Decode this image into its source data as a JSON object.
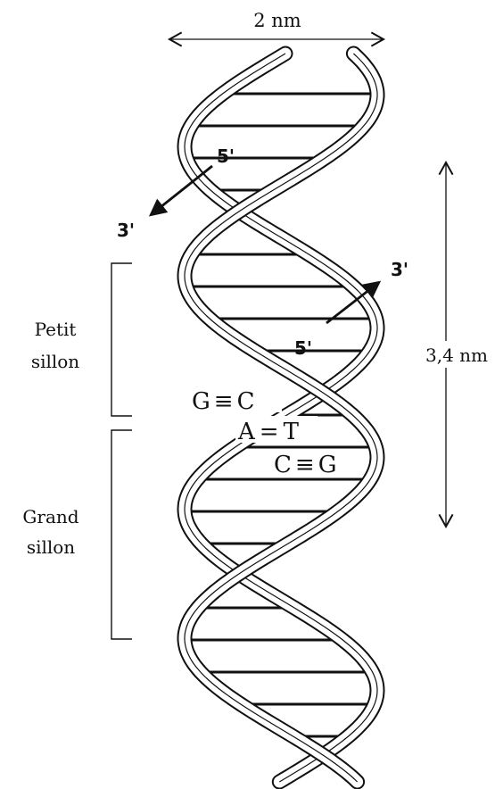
{
  "diagram": {
    "width_label": "2 nm",
    "pitch_label": "3,4 nm",
    "strand_top": {
      "five_prime": "5'",
      "three_prime": "3'"
    },
    "strand_bottom": {
      "five_prime": "5'",
      "three_prime": "3'"
    },
    "minor_groove": {
      "line1": "Petit",
      "line2": "sillon"
    },
    "major_groove": {
      "line1": "Grand",
      "line2": "sillon"
    },
    "base_pairs": [
      {
        "left": "G",
        "bond": "≡",
        "right": "C"
      },
      {
        "left": "A",
        "bond": "=",
        "right": "T"
      },
      {
        "left": "C",
        "bond": "≡",
        "right": "G"
      }
    ]
  }
}
